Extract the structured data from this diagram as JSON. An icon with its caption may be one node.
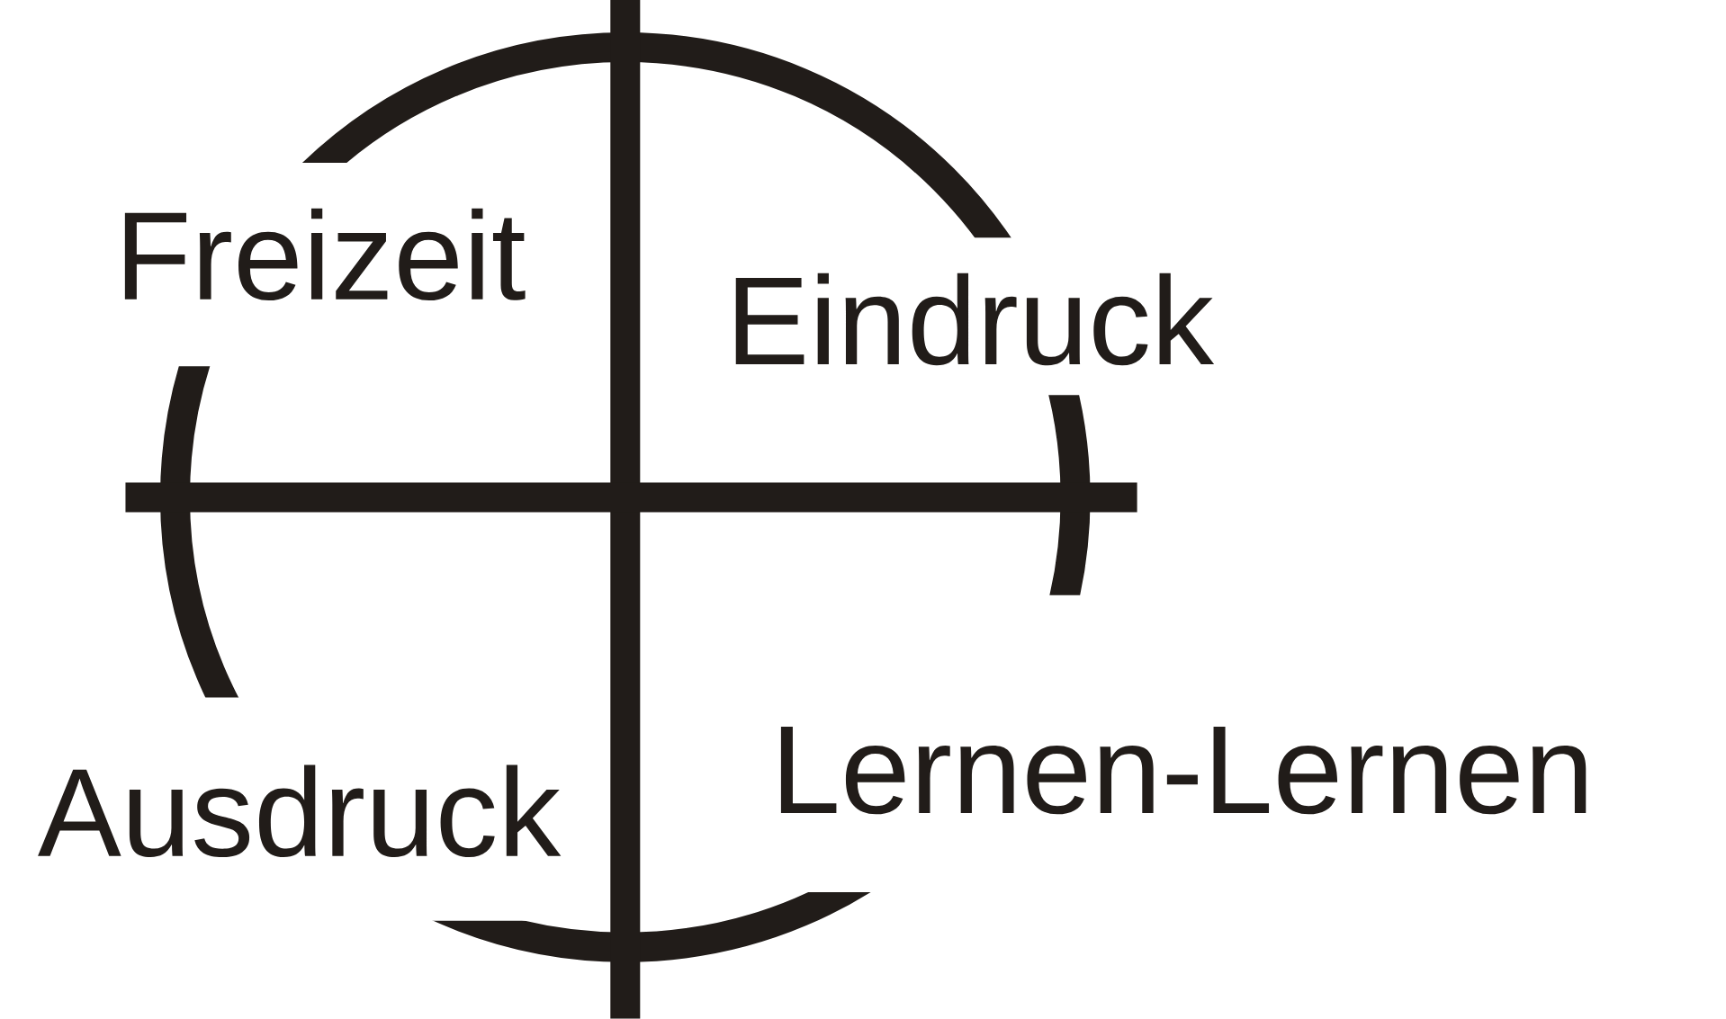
{
  "diagram": {
    "labels": [
      "Freizeit",
      "Eindruck",
      "Lernen-Lernen",
      "Ausdruck"
    ]
  }
}
